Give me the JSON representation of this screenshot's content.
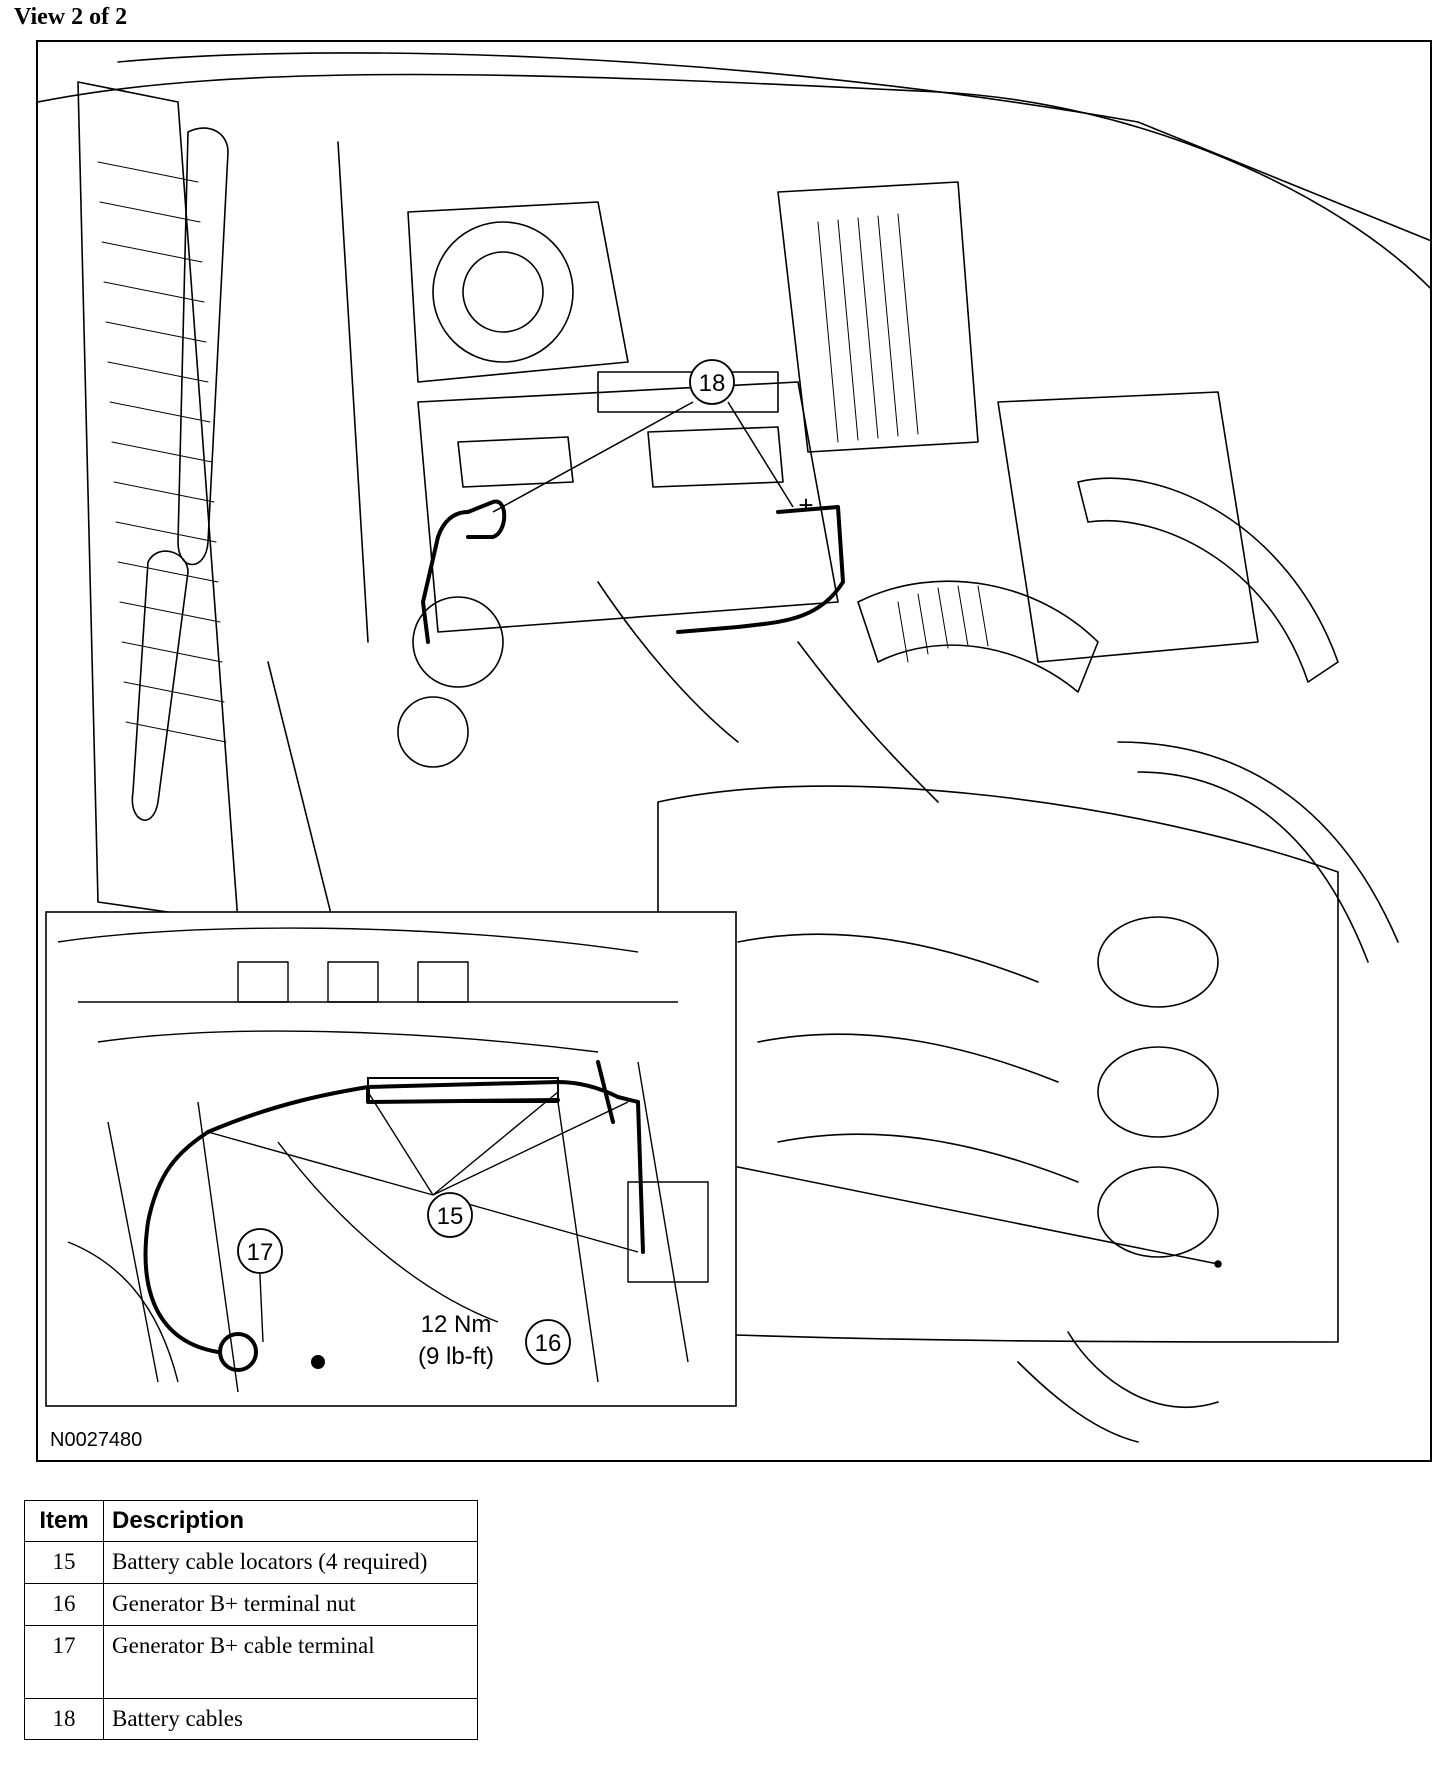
{
  "page": {
    "view_label": "View 2 of 2"
  },
  "figure": {
    "figure_id": "N0027480",
    "callouts": {
      "c15": "15",
      "c16": "16",
      "c17": "17",
      "c18": "18"
    },
    "torque_line1": "12 Nm",
    "torque_line2": "(9 lb-ft)",
    "battery_plus": "+"
  },
  "table": {
    "headers": {
      "item": "Item",
      "description": "Description"
    },
    "rows": [
      {
        "item": "15",
        "description": "Battery cable locators (4 required)"
      },
      {
        "item": "16",
        "description": "Generator B+ terminal nut"
      },
      {
        "item": "17",
        "description": "Generator B+ cable terminal"
      },
      {
        "item": "18",
        "description": "Battery cables"
      }
    ]
  }
}
